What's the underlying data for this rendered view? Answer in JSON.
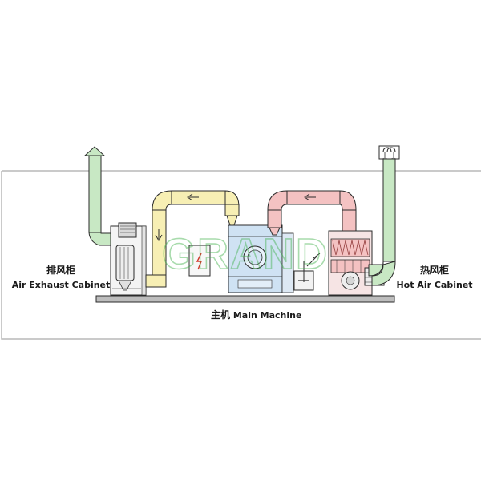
{
  "labels": {
    "air_exhaust_zh": "排风柜",
    "air_exhaust_en": "Air Exhaust Cabinet",
    "hot_air_zh": "热风柜",
    "hot_air_en": "Hot Air Cabinet",
    "main_zh": "主机",
    "main_en": "Main Machine"
  },
  "watermark": "GRAND",
  "colors": {
    "exhaust_duct": "#c8e8c4",
    "return_duct": "#f7efb4",
    "hot_duct": "#f4c2c2",
    "machine_body": "#cfe2f3",
    "line": "#2b2b2b",
    "room_outline": "#b9b9b9",
    "watermark": "#3fb04a"
  }
}
